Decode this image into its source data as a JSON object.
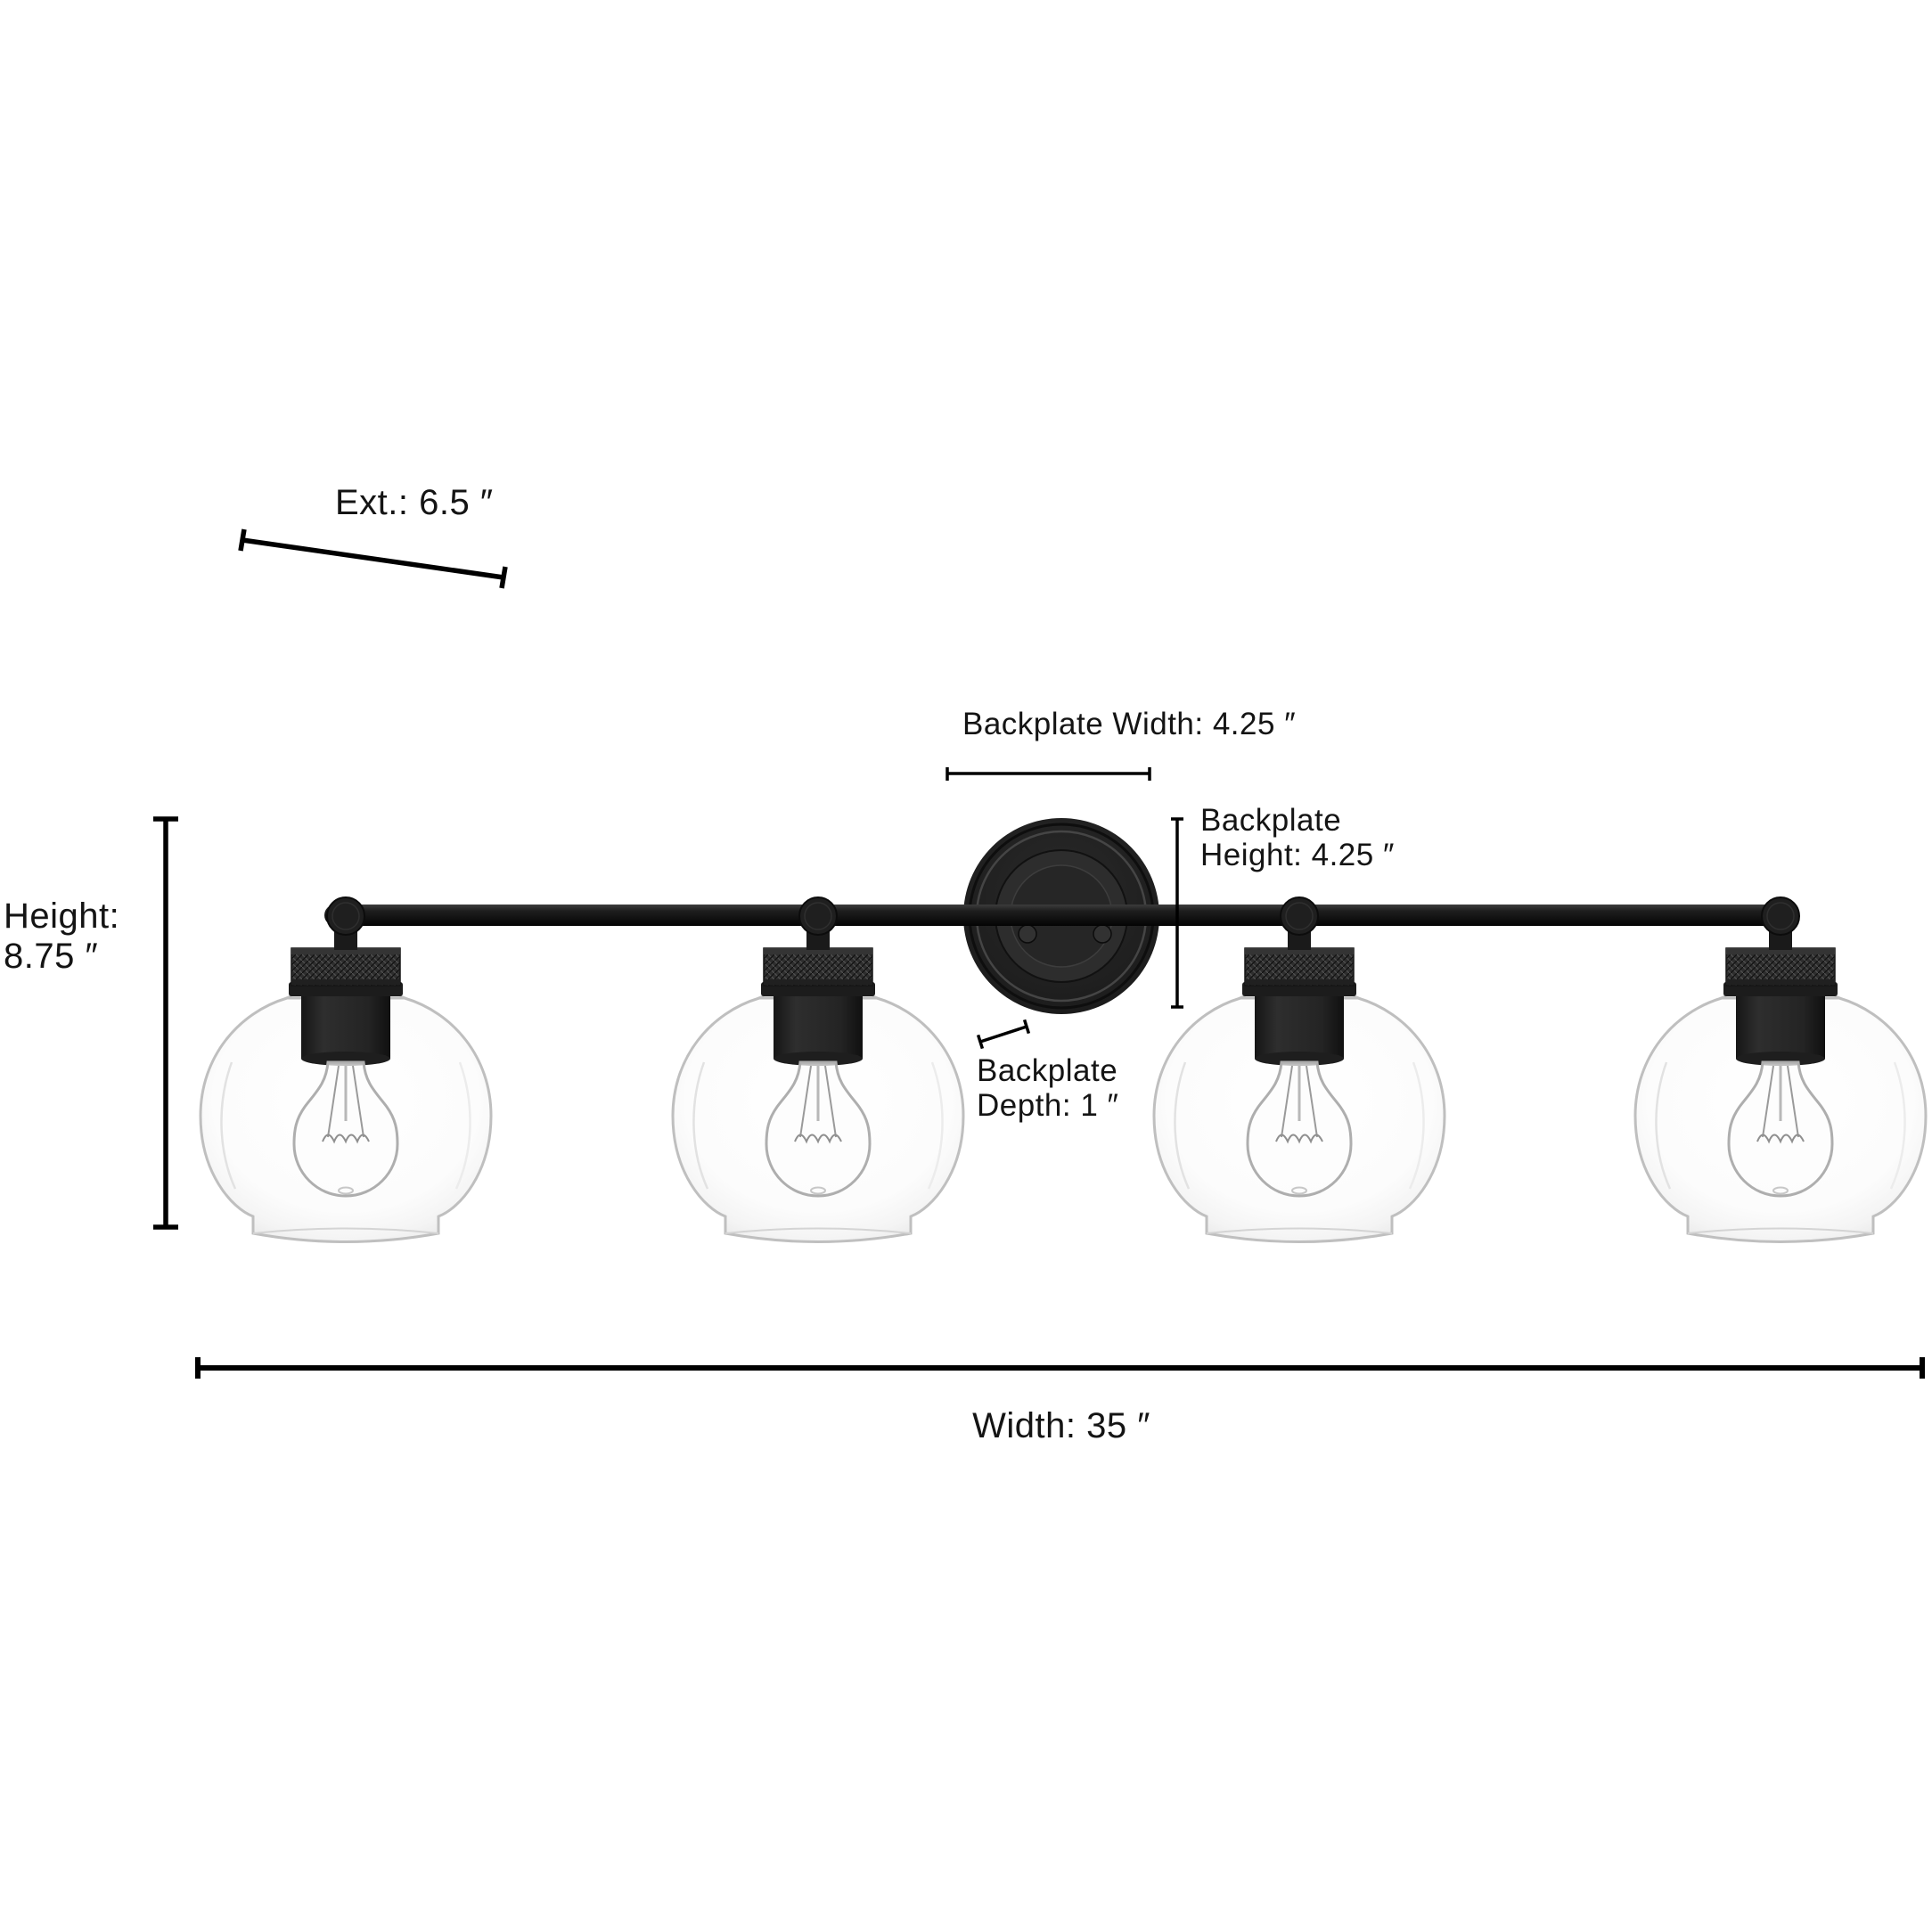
{
  "product_diagram": {
    "kind": "4-light vanity fixture dimension diagram",
    "lights_count": 4,
    "labels": {
      "extension": "Ext.: 6.5 ″",
      "height_title": "Height:",
      "height_value": "8.75 ″",
      "backplate_width": "Backplate Width: 4.25 ″",
      "backplate_height_line1": "Backplate",
      "backplate_height_line2": "Height: 4.25 ″",
      "backplate_depth_line1": "Backplate",
      "backplate_depth_line2": "Depth: 1 ″",
      "width": "Width: 35 ″"
    },
    "dimensions_inches": {
      "extension": 6.5,
      "height": 8.75,
      "backplate_width": 4.25,
      "backplate_height": 4.25,
      "backplate_depth": 1,
      "width": 35
    },
    "colors": {
      "background": "#ffffff",
      "dimension_line": "#000000",
      "label_text": "#141414",
      "fixture_finish": "#1b1b1b",
      "knurl_metal": "#2e2e2e",
      "glass_outline": "#bfbfbf"
    }
  }
}
